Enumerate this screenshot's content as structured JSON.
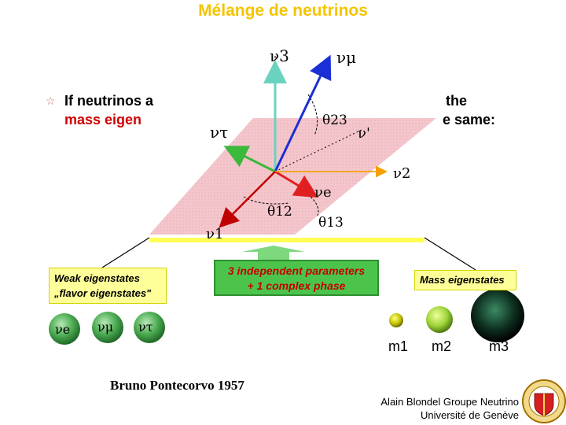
{
  "title": "Mélange de neutrinos",
  "bullet": {
    "line1_left": "If neutrinos a",
    "line2_left": "mass eigen",
    "line1_right": "the",
    "line2_right": "e same:"
  },
  "diagram": {
    "labels": {
      "nu3": "ν3",
      "numu": "νμ",
      "nutau": "ντ",
      "nu_prime": "ν'",
      "nu2": "ν2",
      "nue": "νe",
      "nu1": "ν1",
      "theta23": "θ23",
      "theta12": "θ12",
      "theta13": "θ13"
    },
    "colors": {
      "plane": "#f4c6cc",
      "nu3": "#6ad3c0",
      "numu": "#1b2fd6",
      "nutau": "#3ab93a",
      "nue": "#e02020",
      "nu2": "#f5a000",
      "nu1": "#c00000"
    }
  },
  "boxes": {
    "weak_line1": "Weak eigenstates",
    "weak_line2": "„flavor eigenstates\"",
    "params_line1": "3 independent parameters",
    "params_line2": "+ 1 complex phase",
    "mass": "Mass eigenstates"
  },
  "flavor_balls": [
    "νe",
    "νμ",
    "ντ"
  ],
  "mass_labels": [
    "m1",
    "m2",
    "m3"
  ],
  "footer": {
    "pontecorvo": "Bruno Pontecorvo 1957",
    "credit_line1": "Alain Blondel Groupe Neutrino",
    "credit_line2": "Université de Genève"
  }
}
